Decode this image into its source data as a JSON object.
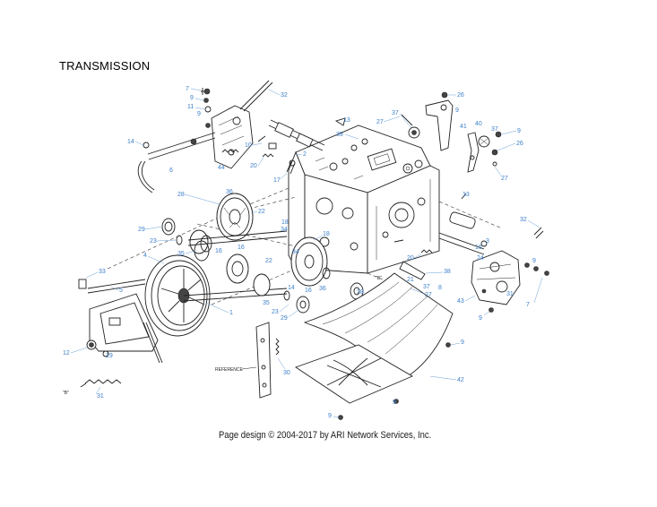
{
  "header": {
    "title": "TRANSMISSION"
  },
  "footer": {
    "copyright": "Page design © 2004-2017 by ARI Network Services, Inc."
  },
  "diagram": {
    "callouts": [
      "7",
      "9",
      "11",
      "9",
      "32",
      "14",
      "6",
      "10",
      "44",
      "20",
      "17",
      "2",
      "13",
      "39",
      "26",
      "27",
      "9",
      "37",
      "41",
      "40",
      "37",
      "26",
      "9",
      "27",
      "28",
      "36",
      "22",
      "18",
      "34",
      "29",
      "23",
      "16",
      "35",
      "4",
      "16",
      "22",
      "34",
      "18",
      "33",
      "5",
      "1",
      "14",
      "35",
      "23",
      "29",
      "16",
      "36",
      "28",
      "12",
      "19",
      "31",
      "30",
      "42",
      "9",
      "9",
      "13",
      "32",
      "3",
      "16",
      "20",
      "21",
      "37",
      "27",
      "38",
      "9",
      "31",
      "43",
      "9",
      "7",
      "8",
      "24",
      "9"
    ],
    "text_labels": {
      "reference": "REFERENCE",
      "b_mark": "\"B\"",
      "b_mark_2": "\"B\""
    }
  }
}
